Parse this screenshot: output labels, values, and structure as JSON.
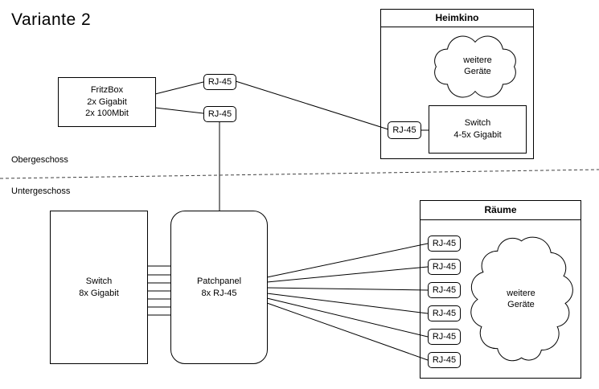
{
  "title": "Variante 2",
  "floor_labels": {
    "upper": "Obergeschoss",
    "lower": "Untergeschoss"
  },
  "fritzbox": {
    "line1": "FritzBox",
    "line2": "2x Gigabit",
    "line3": "2x 100Mbit"
  },
  "uplink_ports": {
    "port1": "RJ-45",
    "port2": "RJ-45"
  },
  "heimkino": {
    "title": "Heimkino",
    "cloud_line1": "weitere",
    "cloud_line2": "Geräte",
    "rj45": "RJ-45",
    "switch_line1": "Switch",
    "switch_line2": "4-5x Gigabit"
  },
  "basement": {
    "switch_line1": "Switch",
    "switch_line2": "8x Gigabit",
    "patchpanel_line1": "Patchpanel",
    "patchpanel_line2": "8x RJ-45"
  },
  "raeume": {
    "title": "Räume",
    "cloud_line1": "weitere",
    "cloud_line2": "Geräte",
    "ports": [
      "RJ-45",
      "RJ-45",
      "RJ-45",
      "RJ-45",
      "RJ-45",
      "RJ-45"
    ]
  },
  "colors": {
    "stroke": "#000000",
    "background": "#ffffff",
    "divider": "#404040"
  }
}
